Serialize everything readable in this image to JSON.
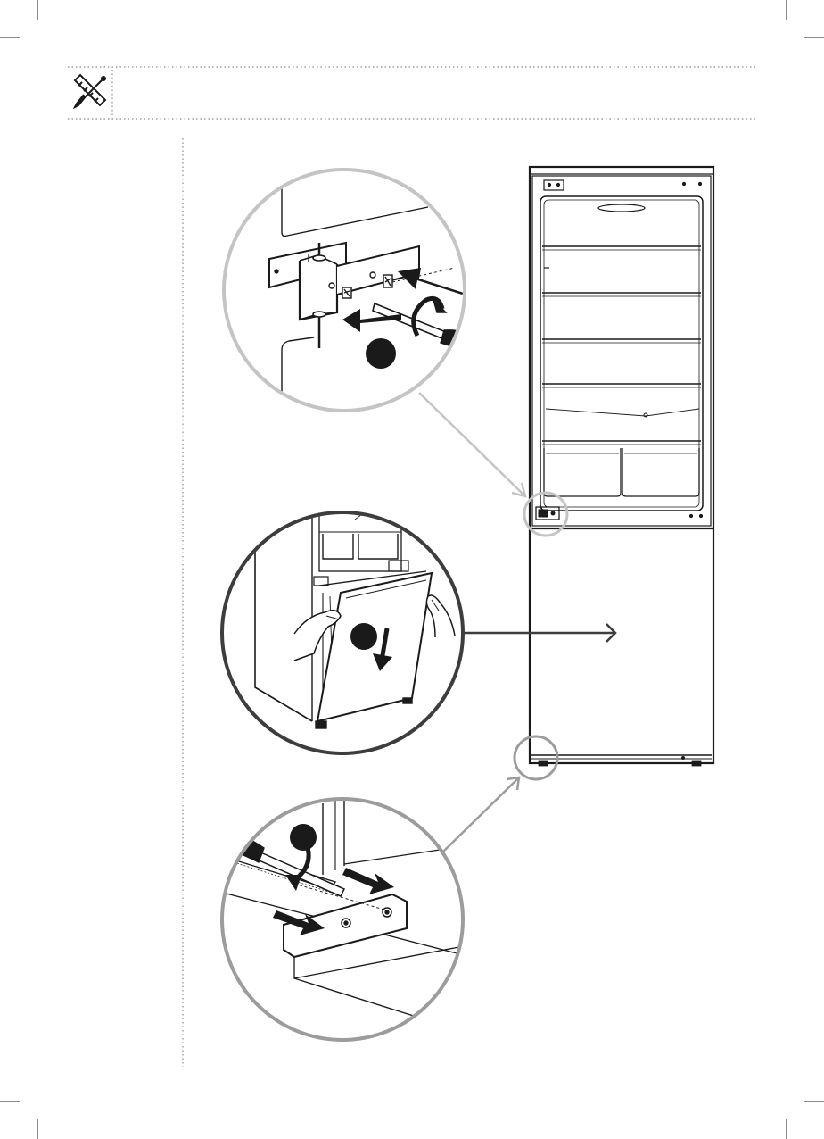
{
  "header": {
    "tool_icon": "screwdriver-ruler-icon"
  },
  "steps": [
    {
      "label": "",
      "icon": "step-badge"
    },
    {
      "label": "",
      "icon": "step-badge"
    },
    {
      "label": "",
      "icon": "step-badge"
    }
  ],
  "colors": {
    "ink": "#1a1a1a",
    "light_ring": "#c4c4c4",
    "dark_ring": "#3d3d3d",
    "mid_ring": "#9c9c9c",
    "dotted": "#8a8a8a"
  }
}
